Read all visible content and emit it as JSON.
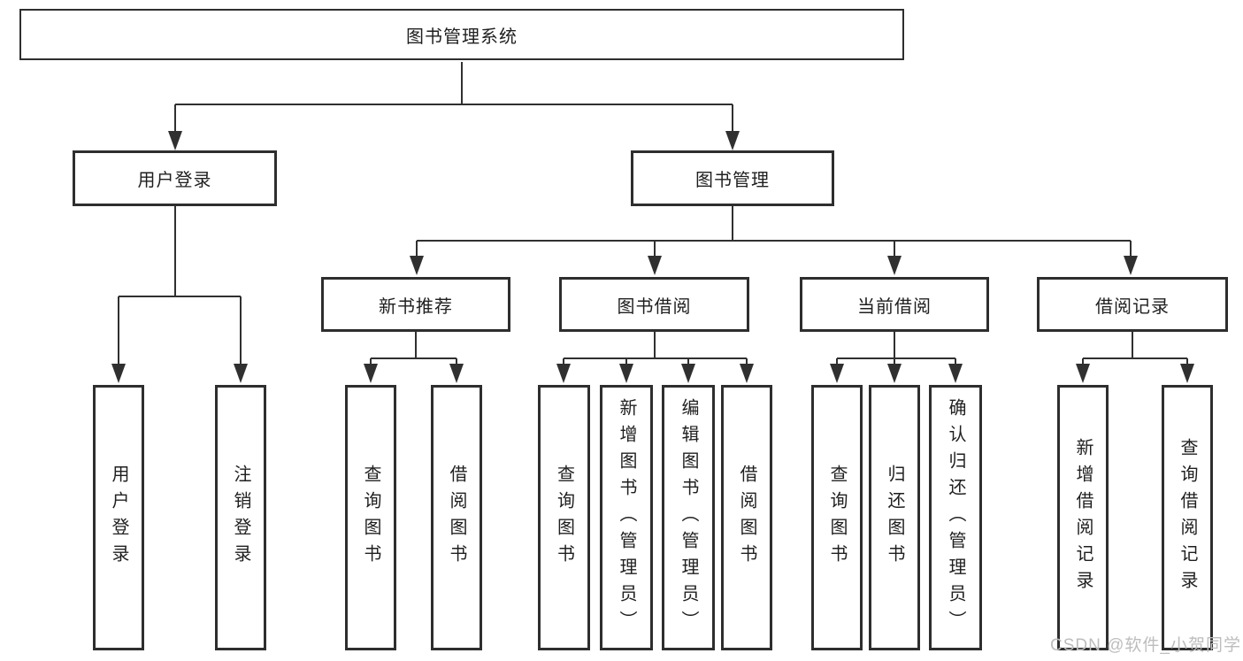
{
  "tree": {
    "label": "图书管理系统",
    "children": [
      {
        "label": "用户登录",
        "children": [
          {
            "label": "用户登录"
          },
          {
            "label": "注销登录"
          }
        ]
      },
      {
        "label": "图书管理",
        "children": [
          {
            "label": "新书推荐",
            "children": [
              {
                "label": "查询图书"
              },
              {
                "label": "借阅图书"
              }
            ]
          },
          {
            "label": "图书借阅",
            "children": [
              {
                "label": "查询图书"
              },
              {
                "label": "新增图书（管理员）"
              },
              {
                "label": "编辑图书（管理员）"
              },
              {
                "label": "借阅图书"
              }
            ]
          },
          {
            "label": "当前借阅",
            "children": [
              {
                "label": "查询图书"
              },
              {
                "label": "归还图书"
              },
              {
                "label": "确认归还（管理员）"
              }
            ]
          },
          {
            "label": "借阅记录",
            "children": [
              {
                "label": "新增借阅记录"
              },
              {
                "label": "查询借阅记录"
              }
            ]
          }
        ]
      }
    ]
  },
  "watermark": "CSDN @软件_小贺同学",
  "colors": {
    "line": "#303030",
    "box_border": "#2e2e2e",
    "text": "#1f1f1f",
    "background": "#ffffff",
    "watermark": "#bdbdbd"
  }
}
